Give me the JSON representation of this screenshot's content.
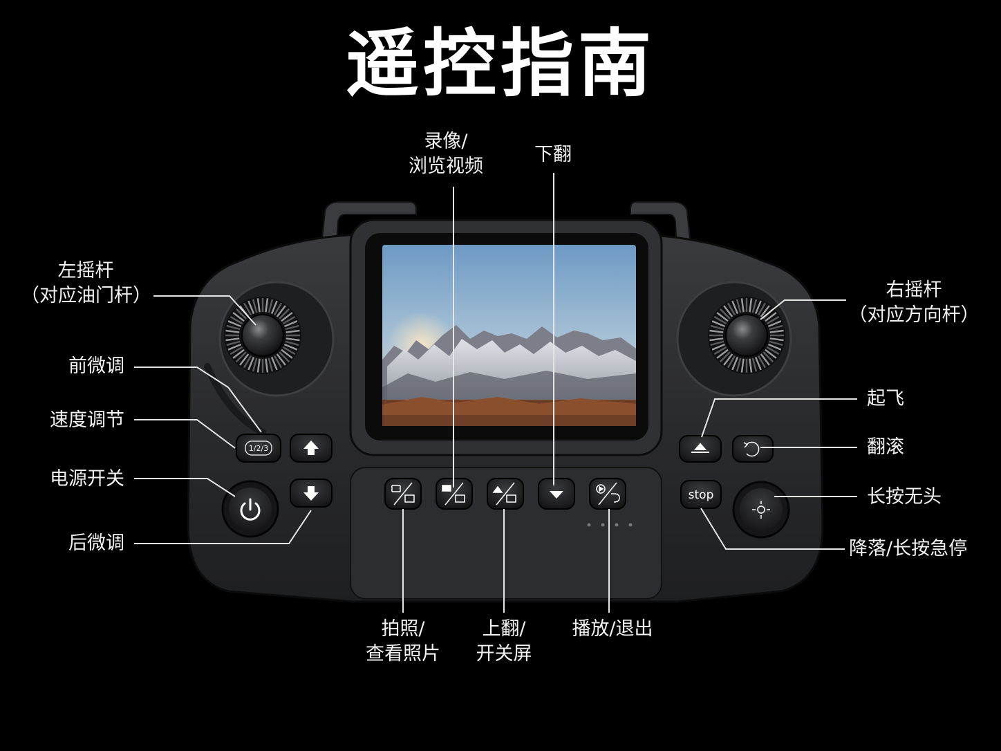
{
  "title": "遥控指南",
  "labels": {
    "left_stick_line1": "左摇杆",
    "left_stick_line2": "（对应油门杆）",
    "front_trim": "前微调",
    "speed_adjust": "速度调节",
    "power_switch": "电源开关",
    "rear_trim": "后微调",
    "record_line1": "录像/",
    "record_line2": "浏览视频",
    "page_down": "下翻",
    "right_stick_line1": "右摇杆",
    "right_stick_line2": "（对应方向杆）",
    "takeoff": "起飞",
    "flip": "翻滚",
    "headless": "长按无头",
    "land": "降落/长按急停",
    "photo_line1": "拍照/",
    "photo_line2": "查看照片",
    "page_up_line1": "上翻/",
    "page_up_line2": "开关屏",
    "play_exit": "播放/退出"
  },
  "buttons": {
    "speed": "1/2/3",
    "stop": "stop"
  },
  "colors": {
    "background": "#000000",
    "body": "#2a2b2d",
    "line": "#e6e6e6",
    "text": "#ffffff"
  }
}
